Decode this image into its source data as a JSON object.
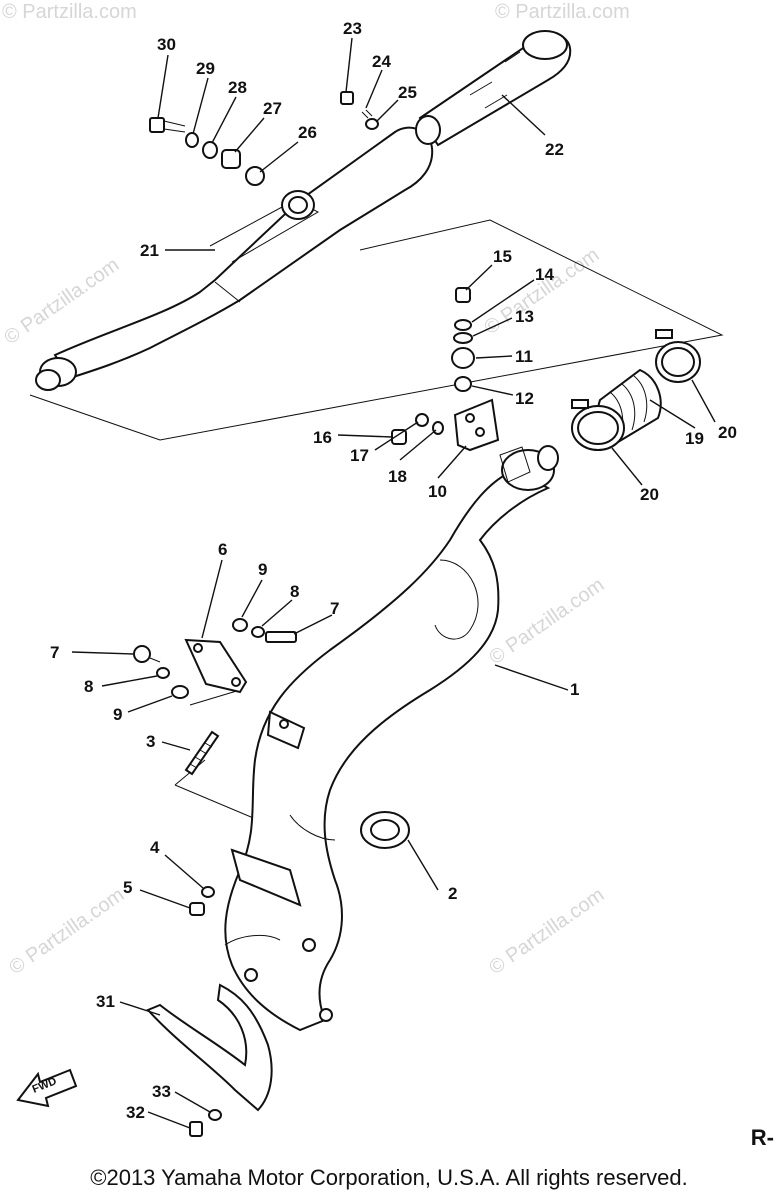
{
  "watermark": "© Partzilla.com",
  "page_code": "R-",
  "fwd_label": "FWD",
  "copyright": "©2013 Yamaha Motor Corporation, U.S.A. All rights reserved.",
  "callouts": {
    "c1": "1",
    "c2": "2",
    "c3": "3",
    "c4": "4",
    "c5": "5",
    "c6": "6",
    "c7a": "7",
    "c7b": "7",
    "c8a": "8",
    "c8b": "8",
    "c9a": "9",
    "c9b": "9",
    "c10": "10",
    "c11": "11",
    "c12": "12",
    "c13": "13",
    "c14": "14",
    "c15": "15",
    "c16": "16",
    "c17": "17",
    "c18": "18",
    "c19": "19",
    "c20a": "20",
    "c20b": "20",
    "c21": "21",
    "c22": "22",
    "c23": "23",
    "c24": "24",
    "c25": "25",
    "c26": "26",
    "c27": "27",
    "c28": "28",
    "c29": "29",
    "c30": "30",
    "c31": "31",
    "c32": "32",
    "c33": "33"
  }
}
